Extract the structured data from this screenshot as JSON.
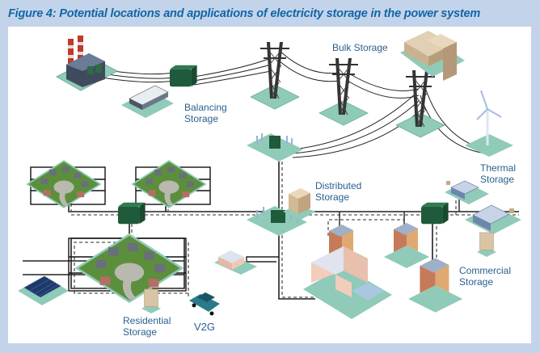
{
  "figure": {
    "title": "Figure 4: Potential locations and applications of electricity storage in the power system"
  },
  "labels": {
    "bulk": "Bulk Storage",
    "balancing_1": "Balancing",
    "balancing_2": "Storage",
    "distributed_1": "Distributed",
    "distributed_2": "Storage",
    "thermal_1": "Thermal",
    "thermal_2": "Storage",
    "commercial_1": "Commercial",
    "commercial_2": "Storage",
    "residential_1": "Residential",
    "residential_2": "Storage",
    "v2g": "V2G"
  },
  "colors": {
    "frame": "#c3d4ea",
    "title": "#1266a8",
    "label": "#2a5f8f",
    "ground_pad": "#8fcbb8",
    "transformer": "#1f5a3a",
    "storage_cabinet": "#d9c4a6"
  }
}
